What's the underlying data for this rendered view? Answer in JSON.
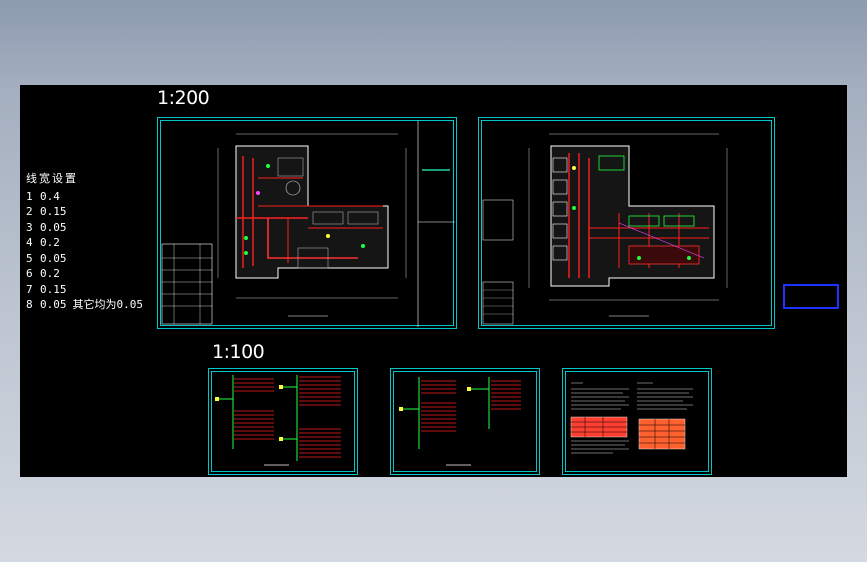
{
  "scales": {
    "large": "1:200",
    "small": "1:100"
  },
  "line_widths": {
    "title": "线宽设置",
    "rows": [
      {
        "n": "1",
        "w": "0.4",
        "note": ""
      },
      {
        "n": "2",
        "w": "0.15",
        "note": ""
      },
      {
        "n": "3",
        "w": "0.05",
        "note": ""
      },
      {
        "n": "4",
        "w": "0.2",
        "note": ""
      },
      {
        "n": "5",
        "w": "0.05",
        "note": ""
      },
      {
        "n": "6",
        "w": "0.2",
        "note": ""
      },
      {
        "n": "7",
        "w": "0.15",
        "note": ""
      },
      {
        "n": "8",
        "w": "0.05",
        "note": "其它均为0.05"
      }
    ]
  },
  "colors": {
    "frame": "#00c8c8",
    "wall": "#ffffff",
    "red": "#ff2020",
    "green": "#20ff40",
    "magenta": "#ff40ff",
    "yellow": "#ffff40",
    "blue": "#2030ff"
  }
}
